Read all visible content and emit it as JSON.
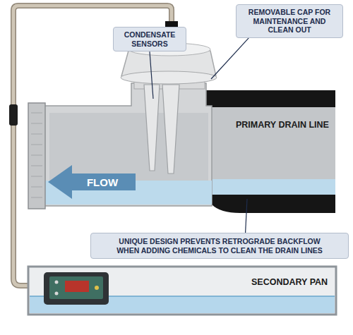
{
  "diagram": {
    "nodes": [
      {
        "text": [
          "CONDENSATE SENSORS"
        ]
      },
      {
        "text": [
          "REMOVABLE CAP FOR MAINTENANCE AND CLEAN OUT"
        ]
      },
      {
        "text": [
          "UNIQUE DESIGN PREVENTS RETROGRADE BACKFLOW WHEN ADDING CHEMICALS TO CLEAN THE DRAIN LINES"
        ]
      }
    ],
    "labels": [
      "PRIMARY DRAIN LINE",
      "FLOW",
      "SECONDARY PAN"
    ]
  }
}
